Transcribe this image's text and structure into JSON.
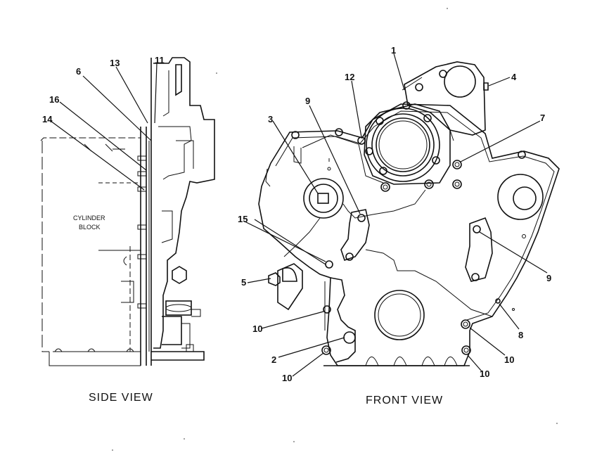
{
  "views": {
    "side": {
      "caption": "SIDE VIEW",
      "block_label": [
        "CYLINDER",
        "BLOCK"
      ]
    },
    "front": {
      "caption": "FRONT VIEW"
    }
  },
  "callouts": {
    "side": [
      {
        "id": "c6",
        "text": "6"
      },
      {
        "id": "c13",
        "text": "13"
      },
      {
        "id": "c11",
        "text": "11"
      },
      {
        "id": "c16",
        "text": "16"
      },
      {
        "id": "c14",
        "text": "14"
      }
    ],
    "front": [
      {
        "id": "c1",
        "text": "1"
      },
      {
        "id": "c4",
        "text": "4"
      },
      {
        "id": "c12",
        "text": "12"
      },
      {
        "id": "c9a",
        "text": "9"
      },
      {
        "id": "c3",
        "text": "3"
      },
      {
        "id": "c7",
        "text": "7"
      },
      {
        "id": "c15",
        "text": "15"
      },
      {
        "id": "c5",
        "text": "5"
      },
      {
        "id": "c9b",
        "text": "9"
      },
      {
        "id": "c8",
        "text": "8"
      },
      {
        "id": "c10a",
        "text": "10"
      },
      {
        "id": "c2",
        "text": "2"
      },
      {
        "id": "c10b",
        "text": "10"
      },
      {
        "id": "c10c",
        "text": "10"
      },
      {
        "id": "c10d",
        "text": "10"
      }
    ]
  }
}
